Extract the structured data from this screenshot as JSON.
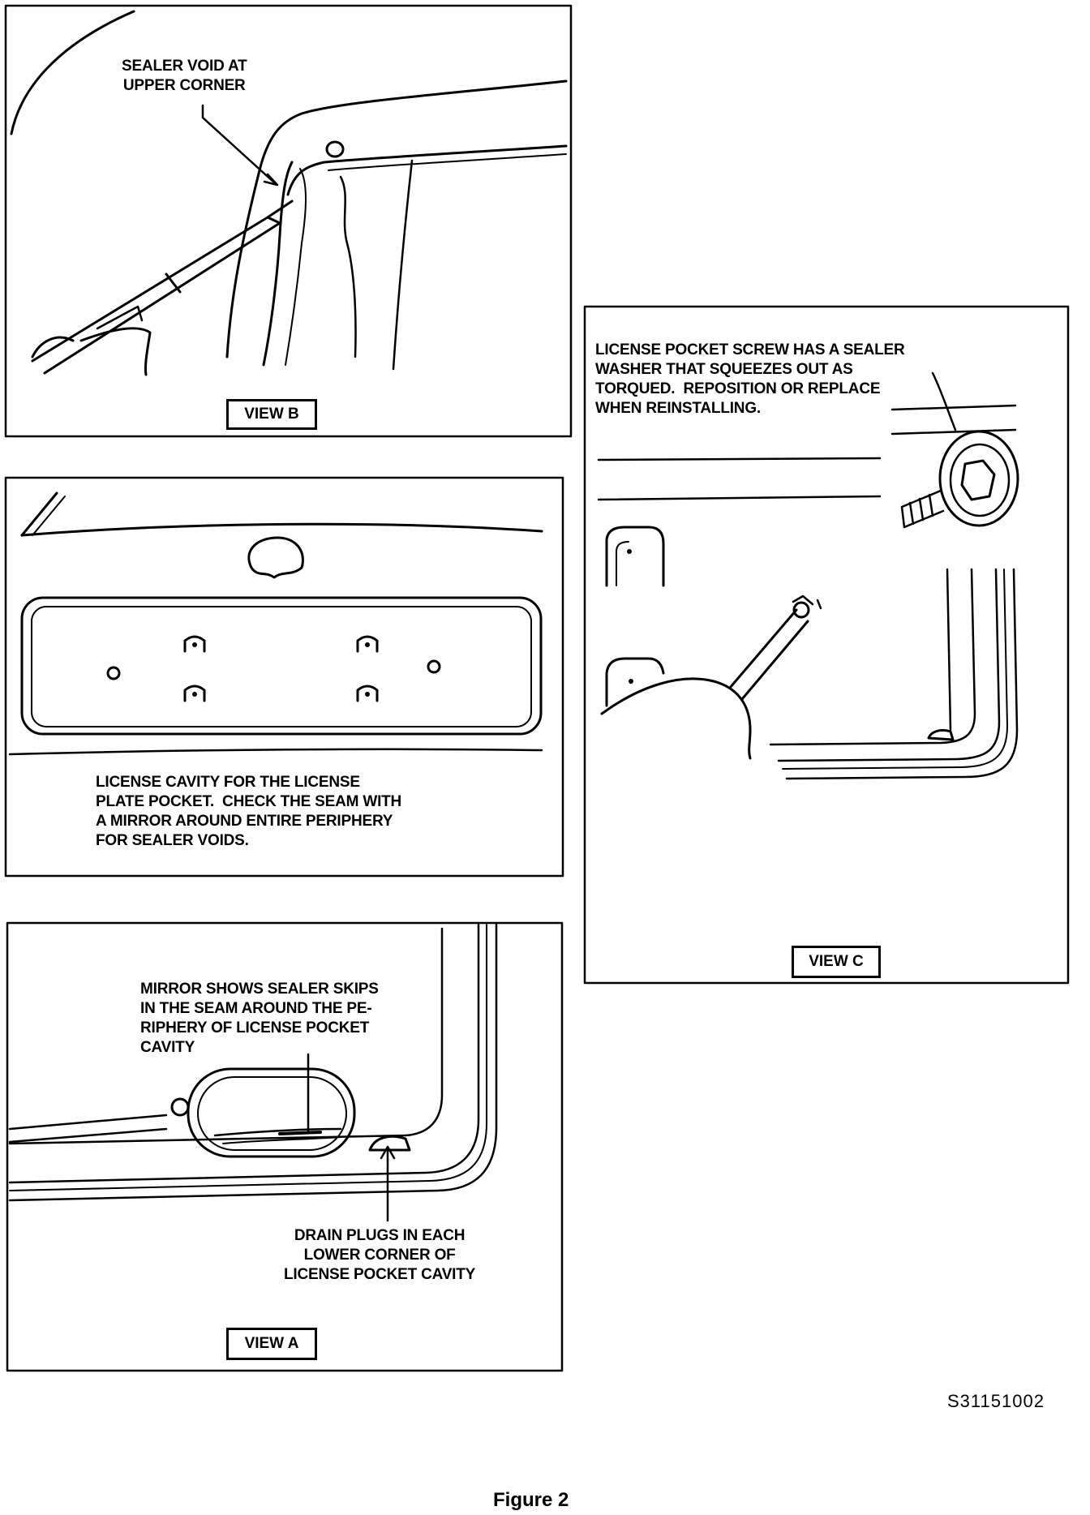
{
  "view_b": {
    "callout": "SEALER VOID AT\nUPPER CORNER",
    "title": "VIEW  B"
  },
  "license_view": {
    "caption": "LICENSE CAVITY FOR THE LICENSE\nPLATE POCKET.  CHECK THE SEAM WITH\nA MIRROR AROUND ENTIRE PERIPHERY\nFOR SEALER VOIDS."
  },
  "view_a": {
    "mirror_callout": "MIRROR SHOWS SEALER SKIPS\nIN THE SEAM AROUND THE PE-\nRIPHERY OF LICENSE POCKET\nCAVITY",
    "drain_callout": "DRAIN PLUGS IN EACH\nLOWER CORNER OF\nLICENSE POCKET CAVITY",
    "title": "VIEW  A"
  },
  "view_c": {
    "callout": "LICENSE POCKET SCREW HAS A SEALER\nWASHER THAT SQUEEZES OUT AS\nTORQUED.  REPOSITION OR REPLACE\nWHEN REINSTALLING.",
    "title": "VIEW  C"
  },
  "figure_code": "S31151002",
  "figure_caption": "Figure 2"
}
